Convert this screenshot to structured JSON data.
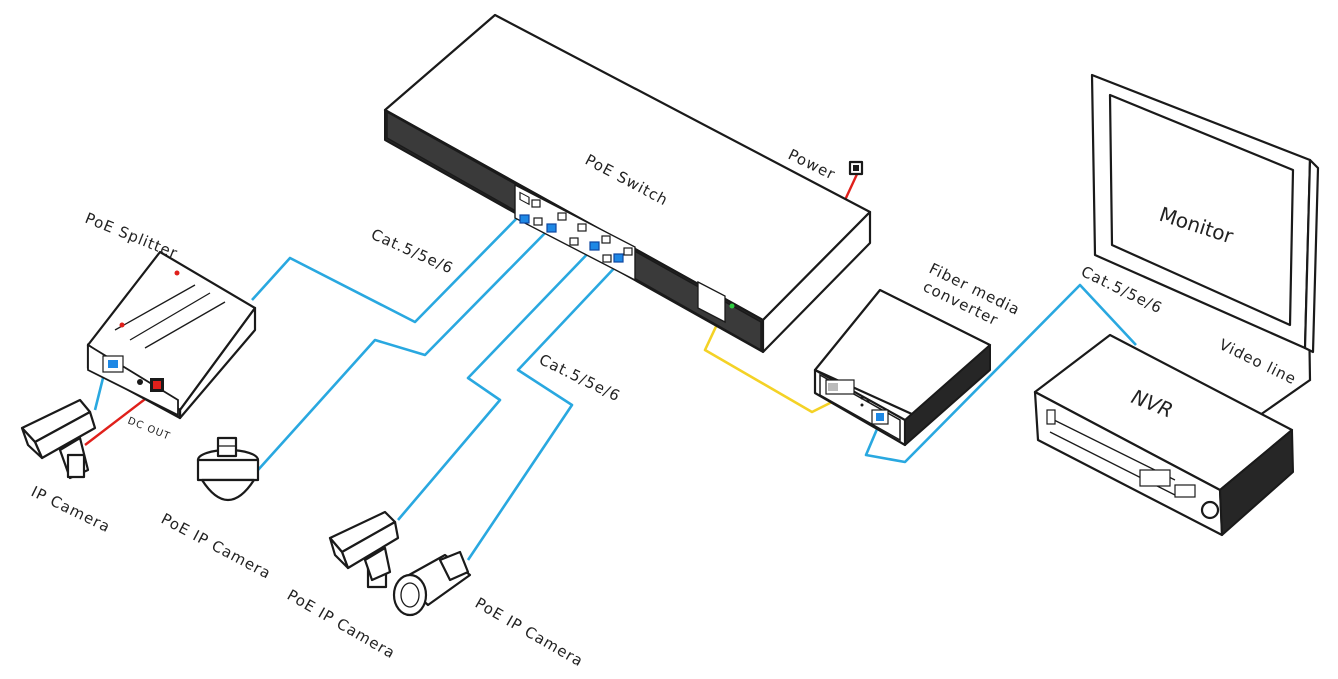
{
  "labels": {
    "poe_switch": "PoE  Switch",
    "power": "Power",
    "poe_splitter": "PoE Splitter",
    "cable_1": "Cat.5/5e/6",
    "cable_2": "Cat.5/5e/6",
    "cable_3": "Cat.5/5e/6",
    "fiber_line1": "Fiber media",
    "fiber_line2": "converter",
    "monitor": "Monitor",
    "nvr": "NVR",
    "video_line": "Video line",
    "dc_out": "DC OUT",
    "ip_camera": "IP Camera",
    "poe_ip_camera_1": "PoE IP Camera",
    "poe_ip_camera_2": "PoE IP Camera",
    "poe_ip_camera_3": "PoE IP Camera"
  },
  "colors": {
    "ethernet_cable": "#29a8e0",
    "fiber_cable": "#f4d226",
    "power_cable": "#e0201b",
    "outline": "#1a1a1a"
  }
}
